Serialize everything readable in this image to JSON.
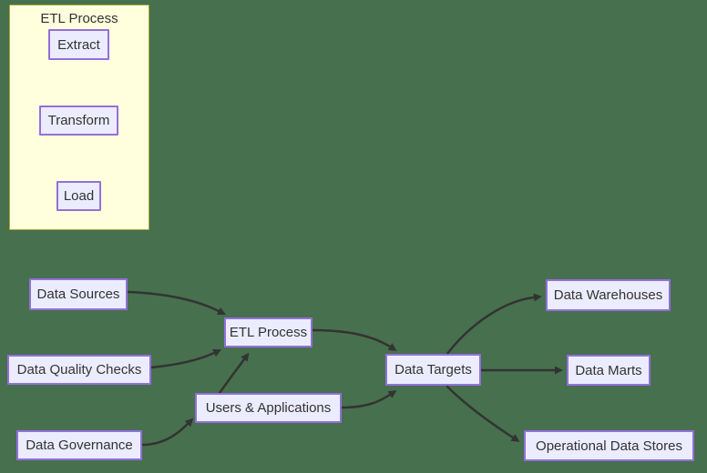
{
  "diagram": {
    "type": "flowchart",
    "colors": {
      "background": "#47704E",
      "node_fill": "#ECECFF",
      "node_border": "#9370DB",
      "node_text": "#333333",
      "edge": "#333333",
      "subgraph_fill": "#FFFFDE",
      "subgraph_border": "#AAAA33",
      "subgraph_title_text": "#333333"
    },
    "subgraph": {
      "title": "ETL Process",
      "nodes": [
        {
          "id": "extract",
          "label": "Extract"
        },
        {
          "id": "transform",
          "label": "Transform"
        },
        {
          "id": "load",
          "label": "Load"
        }
      ]
    },
    "nodes": [
      {
        "id": "data-sources",
        "label": "Data Sources"
      },
      {
        "id": "data-quality-checks",
        "label": "Data Quality Checks"
      },
      {
        "id": "data-governance",
        "label": "Data Governance"
      },
      {
        "id": "etl-process",
        "label": "ETL Process"
      },
      {
        "id": "users-applications",
        "label": "Users & Applications"
      },
      {
        "id": "data-targets",
        "label": "Data Targets"
      },
      {
        "id": "data-warehouses",
        "label": "Data Warehouses"
      },
      {
        "id": "data-marts",
        "label": "Data Marts"
      },
      {
        "id": "operational-data-stores",
        "label": "Operational Data Stores"
      }
    ],
    "edges": [
      {
        "from": "extract",
        "to": "transform"
      },
      {
        "from": "transform",
        "to": "load"
      },
      {
        "from": "data-sources",
        "to": "etl-process"
      },
      {
        "from": "data-quality-checks",
        "to": "etl-process"
      },
      {
        "from": "users-applications",
        "to": "etl-process"
      },
      {
        "from": "data-governance",
        "to": "users-applications"
      },
      {
        "from": "etl-process",
        "to": "data-targets"
      },
      {
        "from": "users-applications",
        "to": "data-targets"
      },
      {
        "from": "data-targets",
        "to": "data-warehouses"
      },
      {
        "from": "data-targets",
        "to": "data-marts"
      },
      {
        "from": "data-targets",
        "to": "operational-data-stores"
      }
    ]
  }
}
